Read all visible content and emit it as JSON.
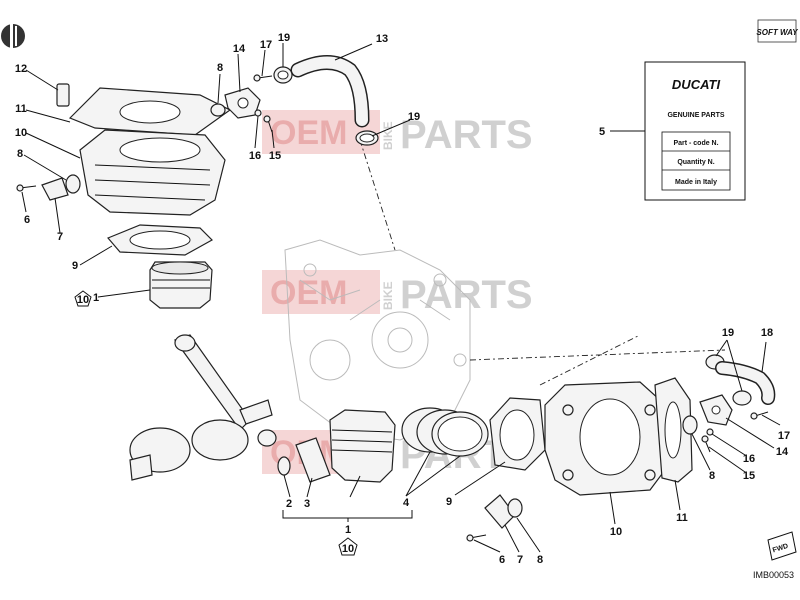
{
  "brand_logo": "SOFT WAY",
  "watermark": {
    "left": "OEM",
    "middle": "BIKE",
    "right": "PARTS"
  },
  "info_card": {
    "brand": "DUCATI",
    "heading": "GENUINE PARTS",
    "rows": [
      "Part - code N.",
      "Quantity N.",
      "Made in Italy"
    ]
  },
  "fwd_label": "FWD",
  "image_code": "IMB00053",
  "callouts": {
    "c12": "12",
    "c11": "11",
    "c10": "10",
    "c8a": "8",
    "c6a": "6",
    "c7a": "7",
    "c9a": "9",
    "c10b": "10",
    "c1a": "1",
    "c8b": "8",
    "c14a": "14",
    "c17a": "17",
    "c19a": "19",
    "c13": "13",
    "c19b": "19",
    "c16a": "16",
    "c15a": "15",
    "c5": "5",
    "c19c": "19",
    "c18": "18",
    "c17b": "17",
    "c14b": "14",
    "c16b": "16",
    "c15b": "15",
    "c8c": "8",
    "c11b": "11",
    "c10c": "10",
    "c9b": "9",
    "c4": "4",
    "c2": "2",
    "c3": "3",
    "c1b": "1",
    "c10d": "10",
    "c6b": "6",
    "c7b": "7",
    "c8d": "8"
  }
}
